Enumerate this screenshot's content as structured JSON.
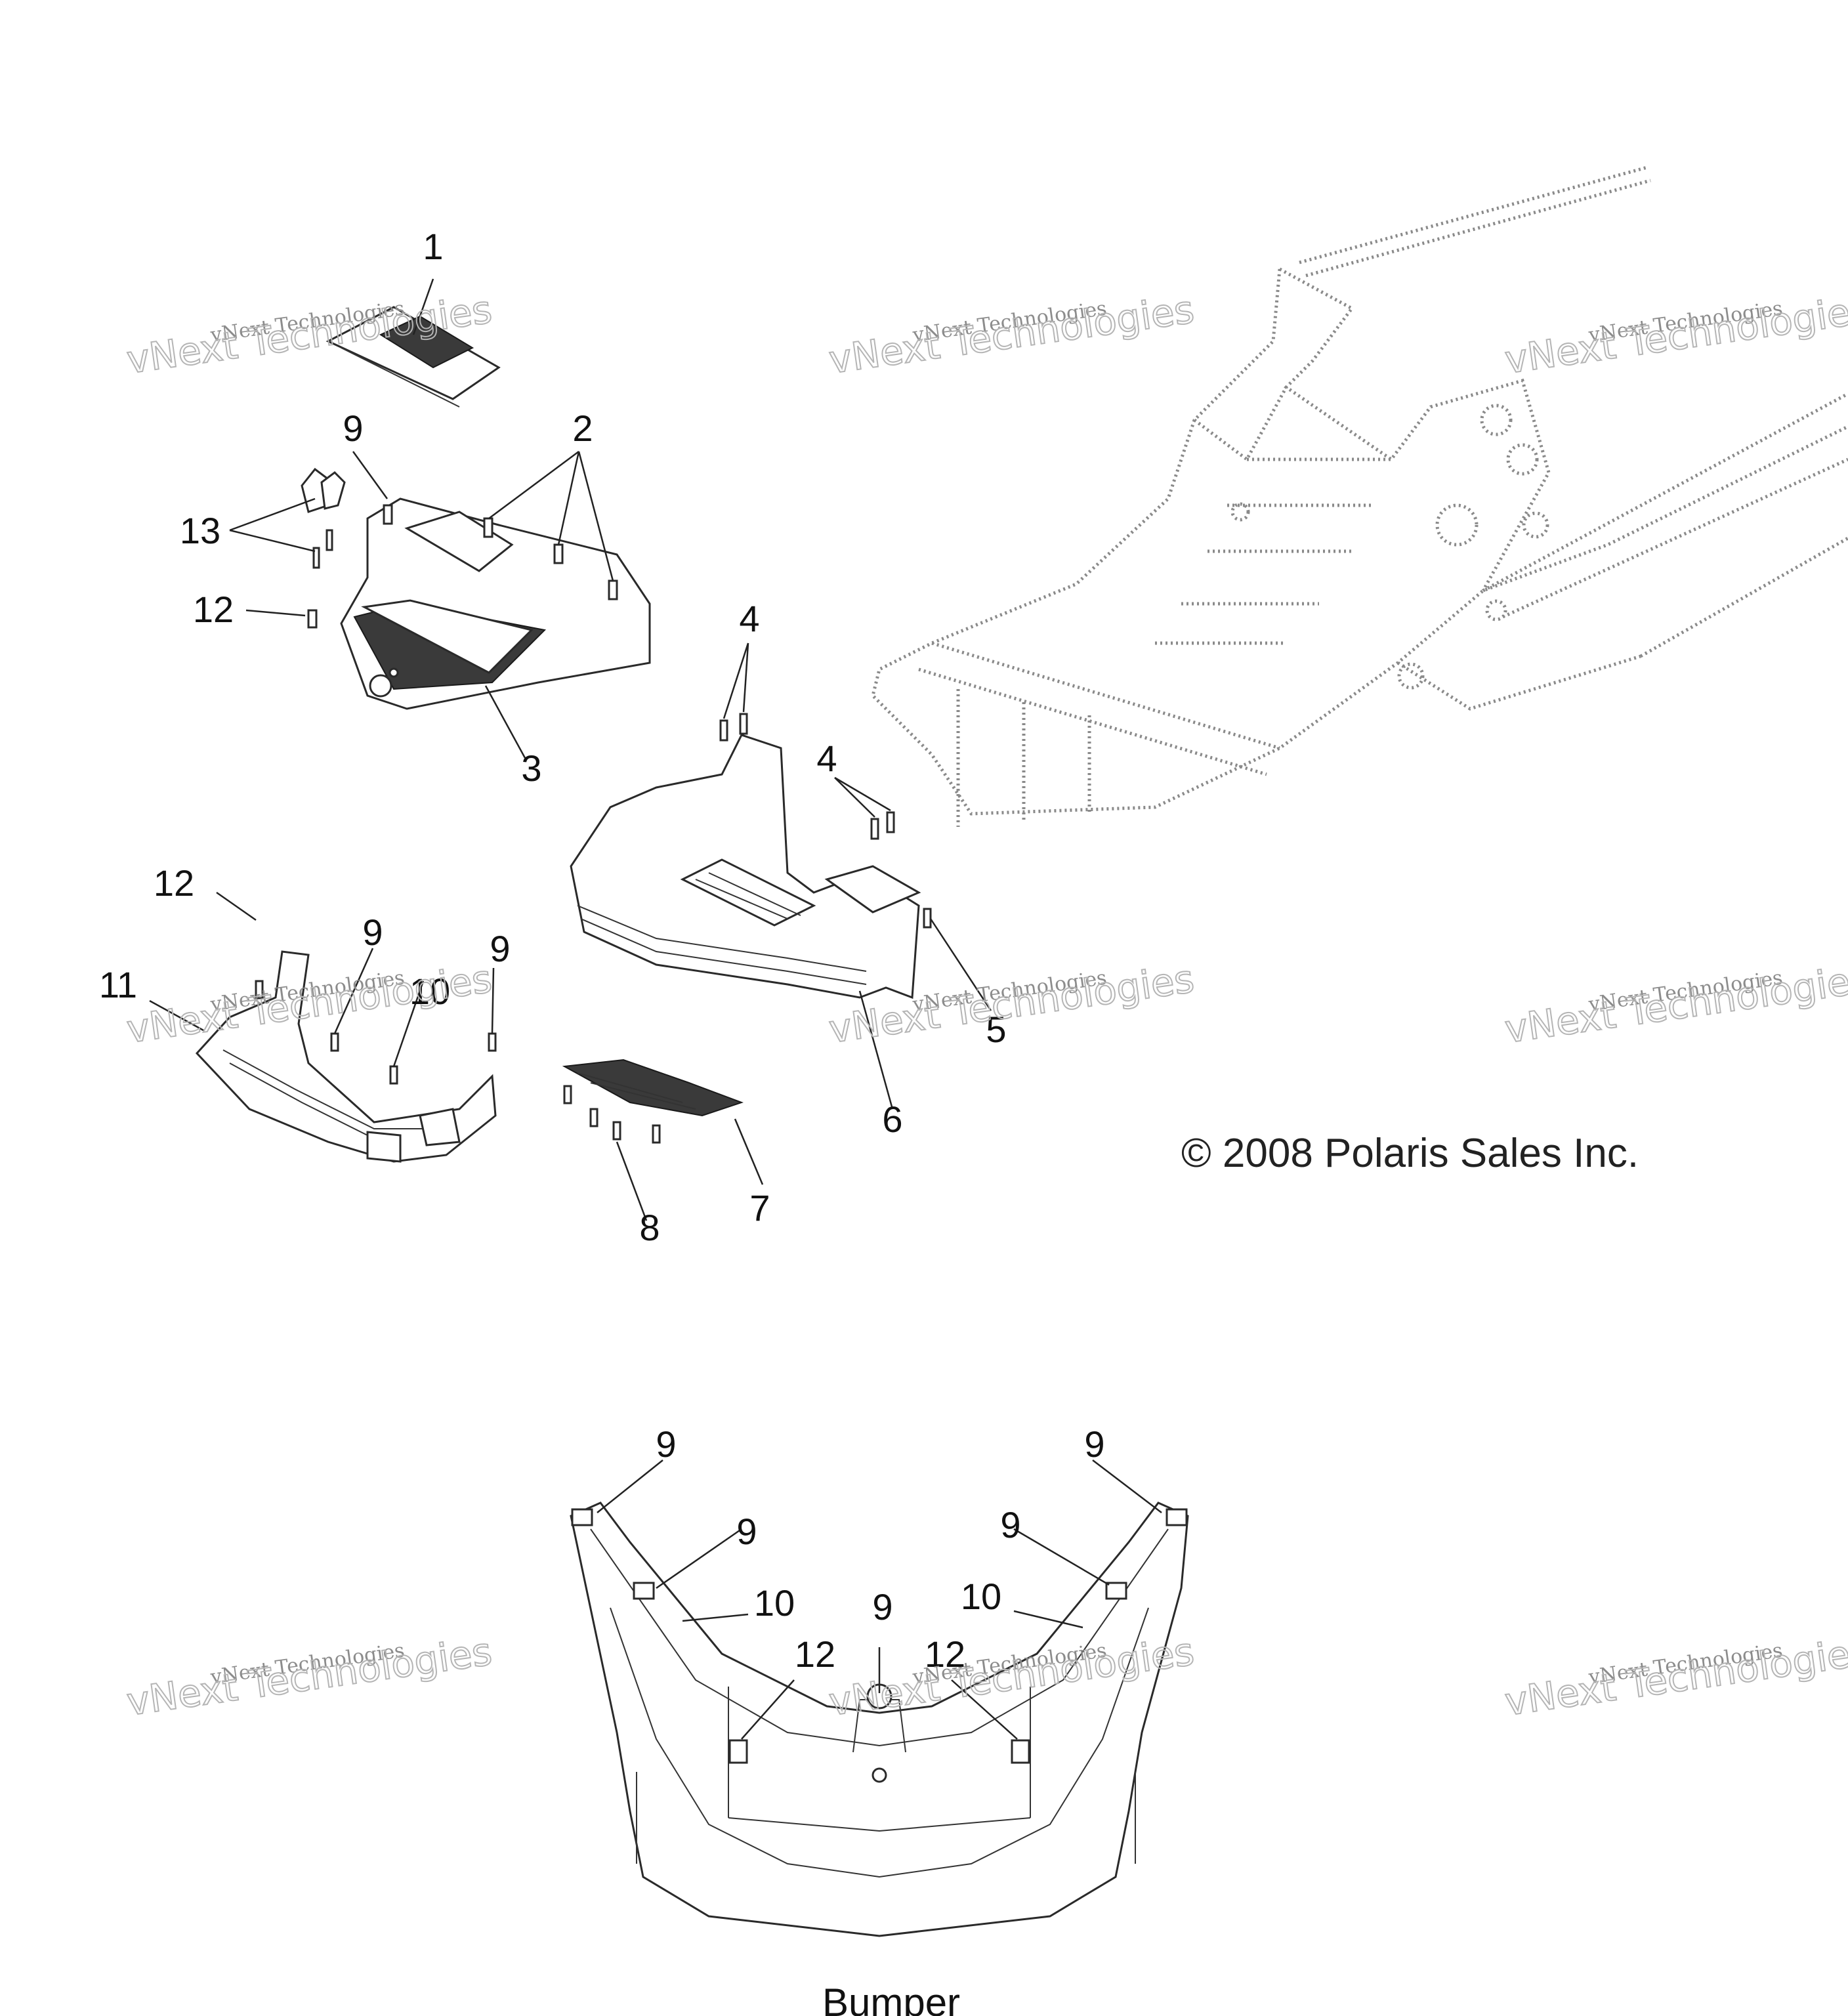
{
  "callouts": {
    "c1": "1",
    "c2": "2",
    "c3": "3",
    "c4a": "4",
    "c4b": "4",
    "c5": "5",
    "c6": "6",
    "c7": "7",
    "c8": "8",
    "c9a": "9",
    "c9b": "9",
    "c9c": "9",
    "c10a": "10",
    "c11": "11",
    "c12a": "12",
    "c12b": "12",
    "c13": "13",
    "b9a": "9",
    "b9b": "9",
    "b9c": "9",
    "b9d": "9",
    "b9e": "9",
    "b10a": "10",
    "b10b": "10",
    "b12a": "12",
    "b12b": "12"
  },
  "copyright": "© 2008 Polaris Sales Inc.",
  "caption": "Bumper",
  "watermark": {
    "line1": "vNext Technologies",
    "line2": "vNext Technologies"
  }
}
